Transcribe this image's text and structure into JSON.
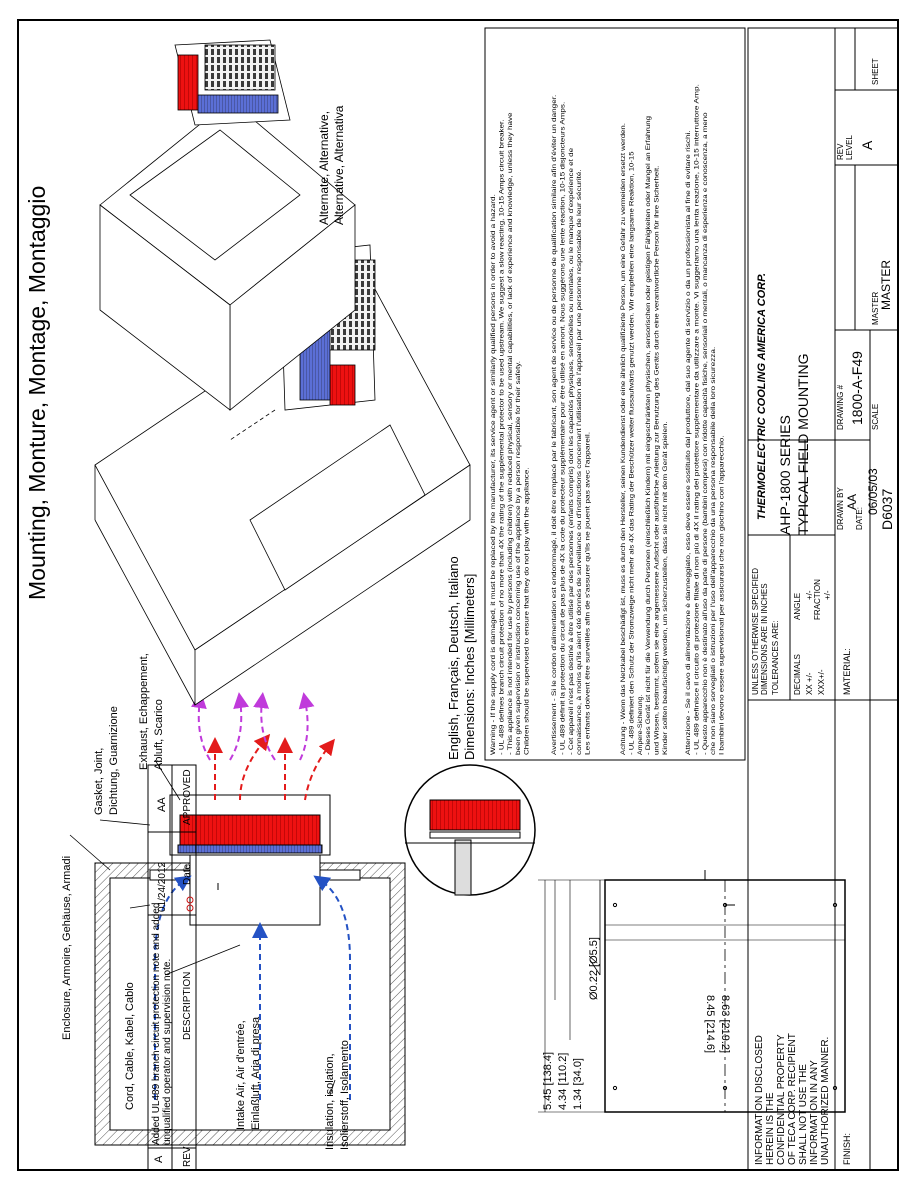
{
  "title": "Mounting, Monture, Montage, Montaggio",
  "languages": "English, Français, Deutsch, Italiano",
  "dimensions_label": "Dimensions: Inches [Millimeters]",
  "alternate_label": [
    "Alternate, Alternative,",
    "Alternative, Alternativa"
  ],
  "callouts": {
    "enclosure": "Enclosure, Armoire, Gehäuse, Armadi",
    "gasket": [
      "Gasket, Joint,",
      "Dichtung, Guarnizione"
    ],
    "exhaust": [
      "Exhaust, Echappement,",
      "Abluft, Scarico"
    ],
    "cord": "Cord, Cable, Kabel, Cablo",
    "intake": [
      "Intake Air, Air d'entrée,",
      "Einlaßluft, Aria di presa"
    ],
    "insulation": [
      "Insulation, isolation,",
      "Isolierstoff, Isolamento"
    ]
  },
  "dims": {
    "d1": "5.45 [138.4]",
    "d2": "4.34 [110.2]",
    "d3": "1.34 [34.0]",
    "d4": "8.45 [214.6]",
    "d5": "8.63 [219.2]",
    "hole": "Ø0.22 [Ø5.5]"
  },
  "warnings": {
    "en": [
      "Warning - If the supply cord is damaged, it must be replaced by the manufacturer, its service agent or similarly qualified persons in order to avoid a hazard.",
      "- UL 489 defines branch circuit protection of no more than 4X the rating of the supplemental protector to be used upstream. We suggest a slow reacting, 10-15 Amps circuit breaker.",
      "- This appliance is not intended for use by persons (including children) with reduced physical, sensory or mental capabilities, or lack of experience and knowledge, unless they have",
      "been given supervision or instruction concerning use of the appliance by a person responsible for their safety.",
      "Children should be supervised to ensure that they do not play with the appliance."
    ],
    "fr": [
      "Avertissement - Si le cordon d'alimentation est endommagé, il doit être remplacé par le fabricant, son agent de service ou de personne de qualification similaire afin d'éviter un danger.",
      "- UL 489 définit la protection du circuit de pas plus de 4X la cote du protecteur supplémentaire pour être utilisé en amont. Nous suggérons une lente réaction, 10-15 disjoncteurs Amps.",
      "- Cet appareil n'est pas destiné à être utilisé par des personnes (enfants compris) dont les capacités physiques, sensorielles ou mentales, ou le manque d'expérience et de",
      "connaissance, à moins qu'ils aient été donnés de surveillance ou d'instructions concernant l'utilisation de l'appareil par une personne responsable de leur sécurité.",
      "Les enfants doivent être surveillés afin de s'assurer qu'ils ne jouent pas avec l'appareil."
    ],
    "de": [
      "Achtung - Wenn das Netzkabel beschädigt ist, muss es durch den Hersteller, seinen Kundendienst oder eine ähnlich qualifizierte Person, um eine Gefahr zu vermeiden ersetzt werden.",
      "- UL 489 definiert den Schutz der Stromzweige nicht mehr als 4X das Rating der Beschützer weiter flussaufwärts genutzt werden. Wir empfehlen eine langsame Reaktion, 10-15",
      "Ampere-Sicherung.",
      "- Dieses Gerät ist nicht für die Verwendung durch Personen (einschließlich Kindern) mit eingeschränkten physischen, sensorischen oder geistigen Fähigkeiten oder Mangel an Erfahrung",
      "und Wissen, bestimmt, sofern sie eine angemessene Aufsicht oder ausführliche Anleitung zur Benutzung des Geräts durch eine verantwortliche Person für ihre Sicherheit.",
      "Kinder sollten beaufsichtigt werden, um sicherzustellen, dass sie nicht mit dem Gerät spielen."
    ],
    "it": [
      "Attenzione - Se il cavo di alimentazione è danneggiato, esso deve essere sostituito dal produttore, dal suo agente di servizio o da un professionista al fine di evitare rischi.",
      "- UL 489 definisce il circuito di protezione filiale di non più di 4X il rating del protettore supplementare da utilizzare a monte. Vi suggeriamo una lenta reazione, 10-15 interruttore Amp.",
      "- Questo apparecchio non è destinato all'uso da parte di persone (bambini compresi) con ridotte capacità fisiche, sensoriali o mentali, o mancanza di esperienza e conoscenza, a meno",
      "che non siano sorvegliati o istruzioni per l'uso dell'apparecchio da una persona responsabile della loro sicurezza.",
      "I bambini devono essere supervisionati per assicurarsi che non giochino con l'apparecchio."
    ]
  },
  "revision": {
    "rev_header": "REV",
    "desc_header": "DESCRIPTION",
    "date_header": "Date",
    "approved_header": "APPROVED",
    "rev": "A",
    "desc_line1": "Added UL489 branch circuit protection note and added",
    "desc_line2": "unqualified operator and supervision note.",
    "date": "01/24/2012",
    "approved": "AA"
  },
  "title_block": {
    "confidential": [
      "INFORMATION DISCLOSED",
      "HEREIN IS THE",
      "CONFIDENTIAL PROPERTY",
      "OF TECA CORP. RECIPIENT",
      "SHALL NOT USE THE",
      "INFORMATION IN ANY",
      "UNAUTHORIZED MANNER."
    ],
    "finish_label": "FINISH:",
    "tolerance_note": [
      "UNLESS OTHERWISE SPECIFIED",
      "DIMENSIONS ARE IN INCHES"
    ],
    "tolerances_label": "TOLERANCES ARE:",
    "decimals_label": "DECIMALS",
    "xx": "XX +/-",
    "xxx": "XXX+/-",
    "angle_label": "ANGLE",
    "angle_val": "+/-",
    "fraction_label": "FRACTION",
    "fraction_val": "+/-",
    "material_label": "MATERIAL:",
    "company": "THERMOELECTRIC COOLING AMERICA CORP.",
    "product_line1": "AHP-1800 SERIES",
    "product_line2": "TYPICAL FIELD MOUNTING",
    "drawn_by_label": "DRAWN BY",
    "drawn_by": "AA",
    "date_label": "DATE:",
    "date": "06/05/03",
    "doc_no": "D6037",
    "drawing_label": "DRAWING #",
    "drawing_no": "1800-A-F49",
    "scale_label": "SCALE",
    "master_label": "MASTER",
    "master": "MASTER",
    "rev_level_label": [
      "REV",
      "LEVEL"
    ],
    "rev_level": "A",
    "sheet_label": "SHEET"
  }
}
